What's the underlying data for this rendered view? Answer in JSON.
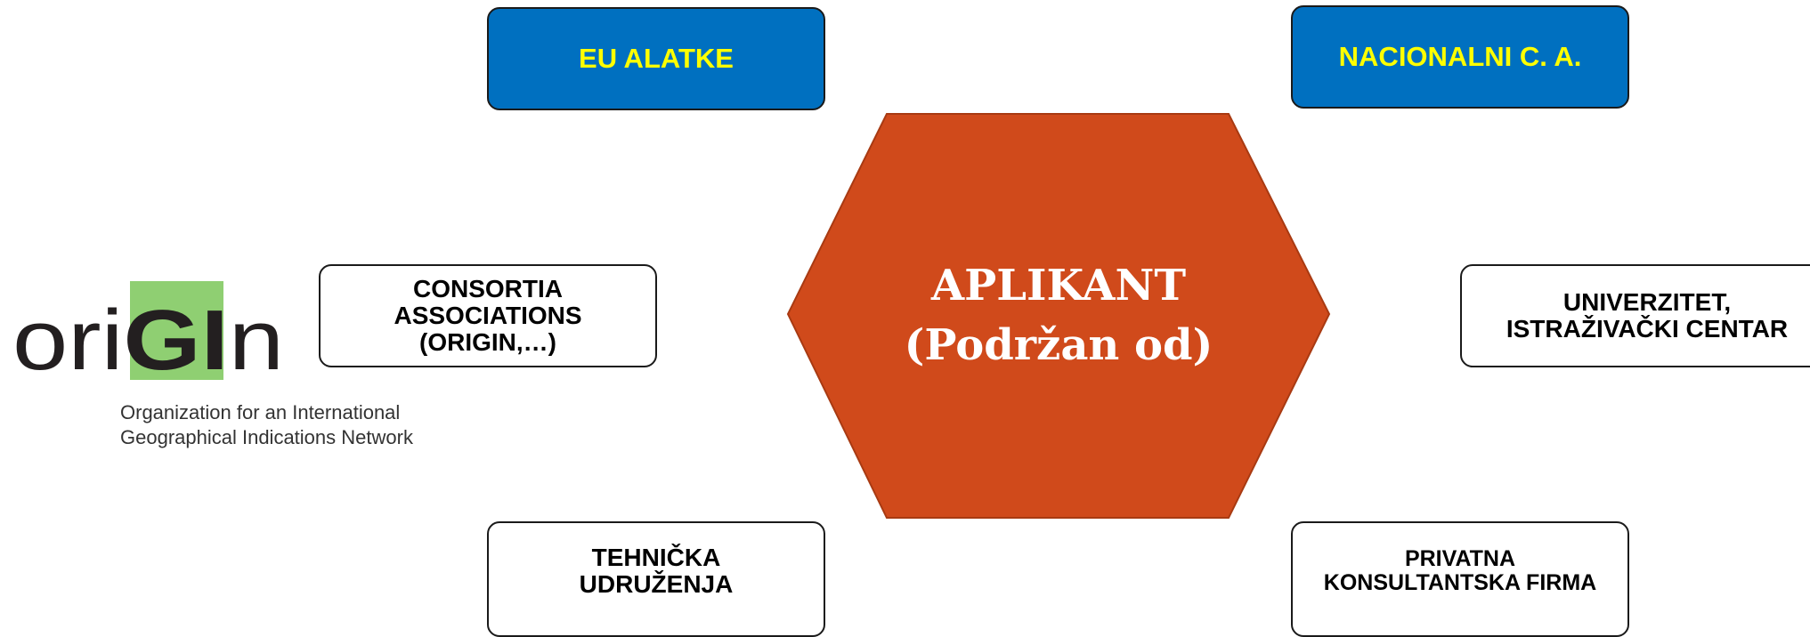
{
  "colors": {
    "hexagon_fill": "#d04a1b",
    "blue_box_fill": "#0070c0",
    "blue_box_text": "#ffff00",
    "logo_green": "#8fcf72"
  },
  "center": {
    "line1": "APLIKANT",
    "line2": "(Podržan od)"
  },
  "boxes": {
    "eu": {
      "label": "EU ALATKE"
    },
    "nacionalni": {
      "label": "NACIONALNI C. A."
    },
    "consortia": {
      "lines": [
        "CONSORTIA",
        "ASSOCIATIONS",
        "(ORIGIN,…)"
      ]
    },
    "univerzitet": {
      "lines": [
        "UNIVERZITET,",
        "ISTRAŽIVAČKI CENTAR"
      ]
    },
    "tehnicka": {
      "lines": [
        "TEHNIČKA",
        "UDRUŽENJA"
      ]
    },
    "privatna": {
      "lines": [
        "PRIVATNA",
        "KONSULTANTSKA FIRMA"
      ]
    }
  },
  "logo": {
    "wordmark": "oriGIn",
    "subtitle_lines": [
      "Organization for an International",
      "Geographical Indications Network"
    ]
  }
}
